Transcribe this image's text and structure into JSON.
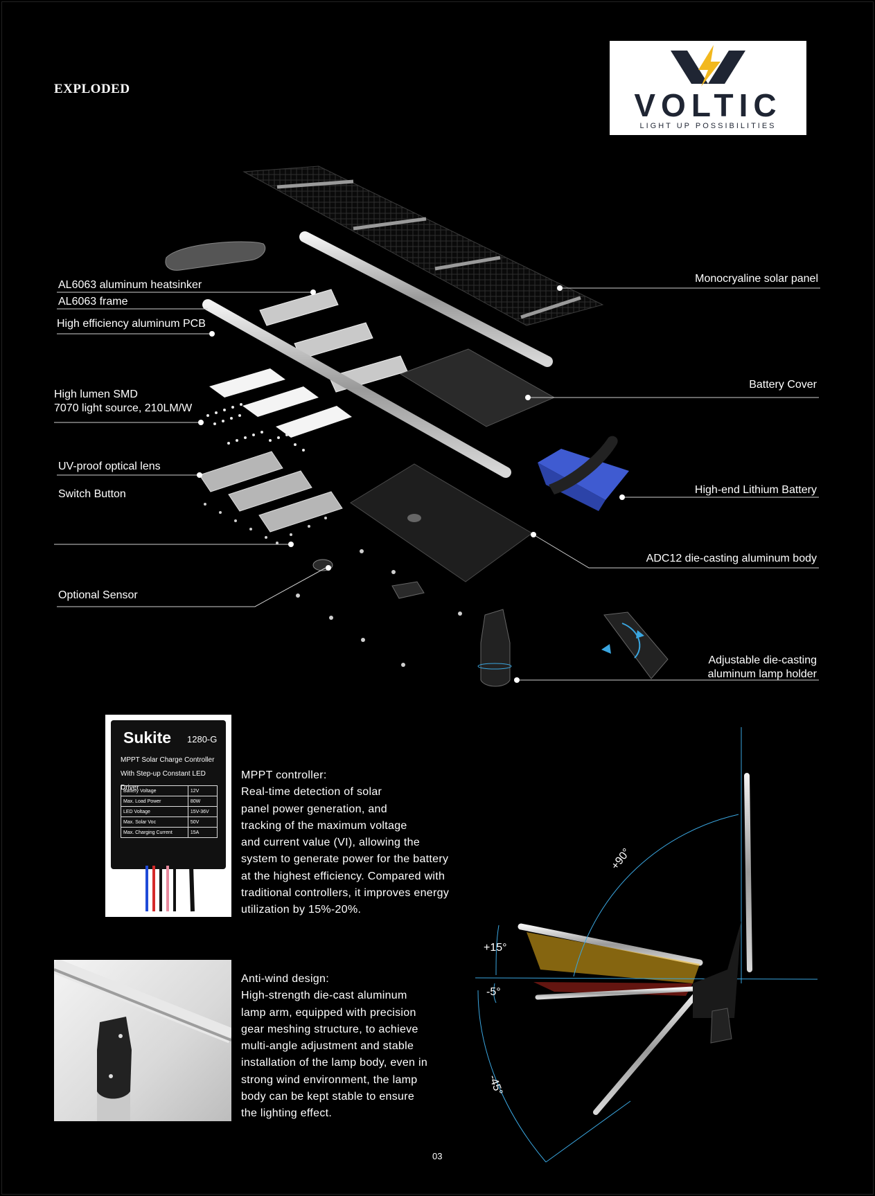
{
  "header": {
    "title": "EXPLODED"
  },
  "logo": {
    "wordmark": "VOLTIC",
    "tagline": "LIGHT UP POSSIBILITIES",
    "colors": {
      "navy": "#1f2533",
      "bolt": "#f2b81e"
    }
  },
  "labels": {
    "heatsinker": "AL6063 aluminum heatsinker",
    "frame": "AL6063 frame",
    "pcb": "High efficiency aluminum PCB",
    "smd": "High lumen SMD\n7070 light source, 210LM/W",
    "lens": "UV-proof optical lens",
    "switch": "Switch Button",
    "sensor": "Optional Sensor",
    "solar_panel": "Monocryaline solar panel",
    "battery_cover": "Battery Cover",
    "battery": "High-end  Lithium Battery",
    "body": "ADC12 die-casting aluminum body",
    "holder": "Adjustable die-casting\naluminum lamp holder"
  },
  "controller": {
    "brand": "Sukite",
    "model": "1280-G",
    "subtitle": "MPPT Solar Charge Controller\nWith Step-up Constant LED Driver",
    "specs": [
      [
        "Battery Voltage",
        "12V"
      ],
      [
        "Max. Load Power",
        "80W"
      ],
      [
        "LED Voltage",
        "15V-36V"
      ],
      [
        "Max. Solar Voc",
        "50V"
      ],
      [
        "Max. Charging Current",
        "15A"
      ]
    ],
    "description": "MPPT controller:\nReal-time detection of solar\npanel power generation, and\ntracking of the maximum voltage\nand current value (VI), allowing the\nsystem to generate power for the battery\nat the highest efficiency. Compared with\ntraditional controllers, it improves energy\nutilization by 15%-20%."
  },
  "antiwind": {
    "description": "Anti-wind design:\nHigh-strength die-cast aluminum\nlamp arm, equipped with precision\ngear meshing structure, to achieve\nmulti-angle adjustment and stable\ninstallation of the lamp body, even in\nstrong wind environment, the lamp\nbody can be kept stable to ensure\nthe lighting effect."
  },
  "angles": {
    "up90": "+90°",
    "up15": "+15°",
    "down5": "-5°",
    "down45": "-45°"
  },
  "footer": {
    "page": "03"
  },
  "colors": {
    "accent": "#3aa6e0",
    "label_line": "#d0d0d0",
    "battery_blue": "#3f5bd1"
  }
}
